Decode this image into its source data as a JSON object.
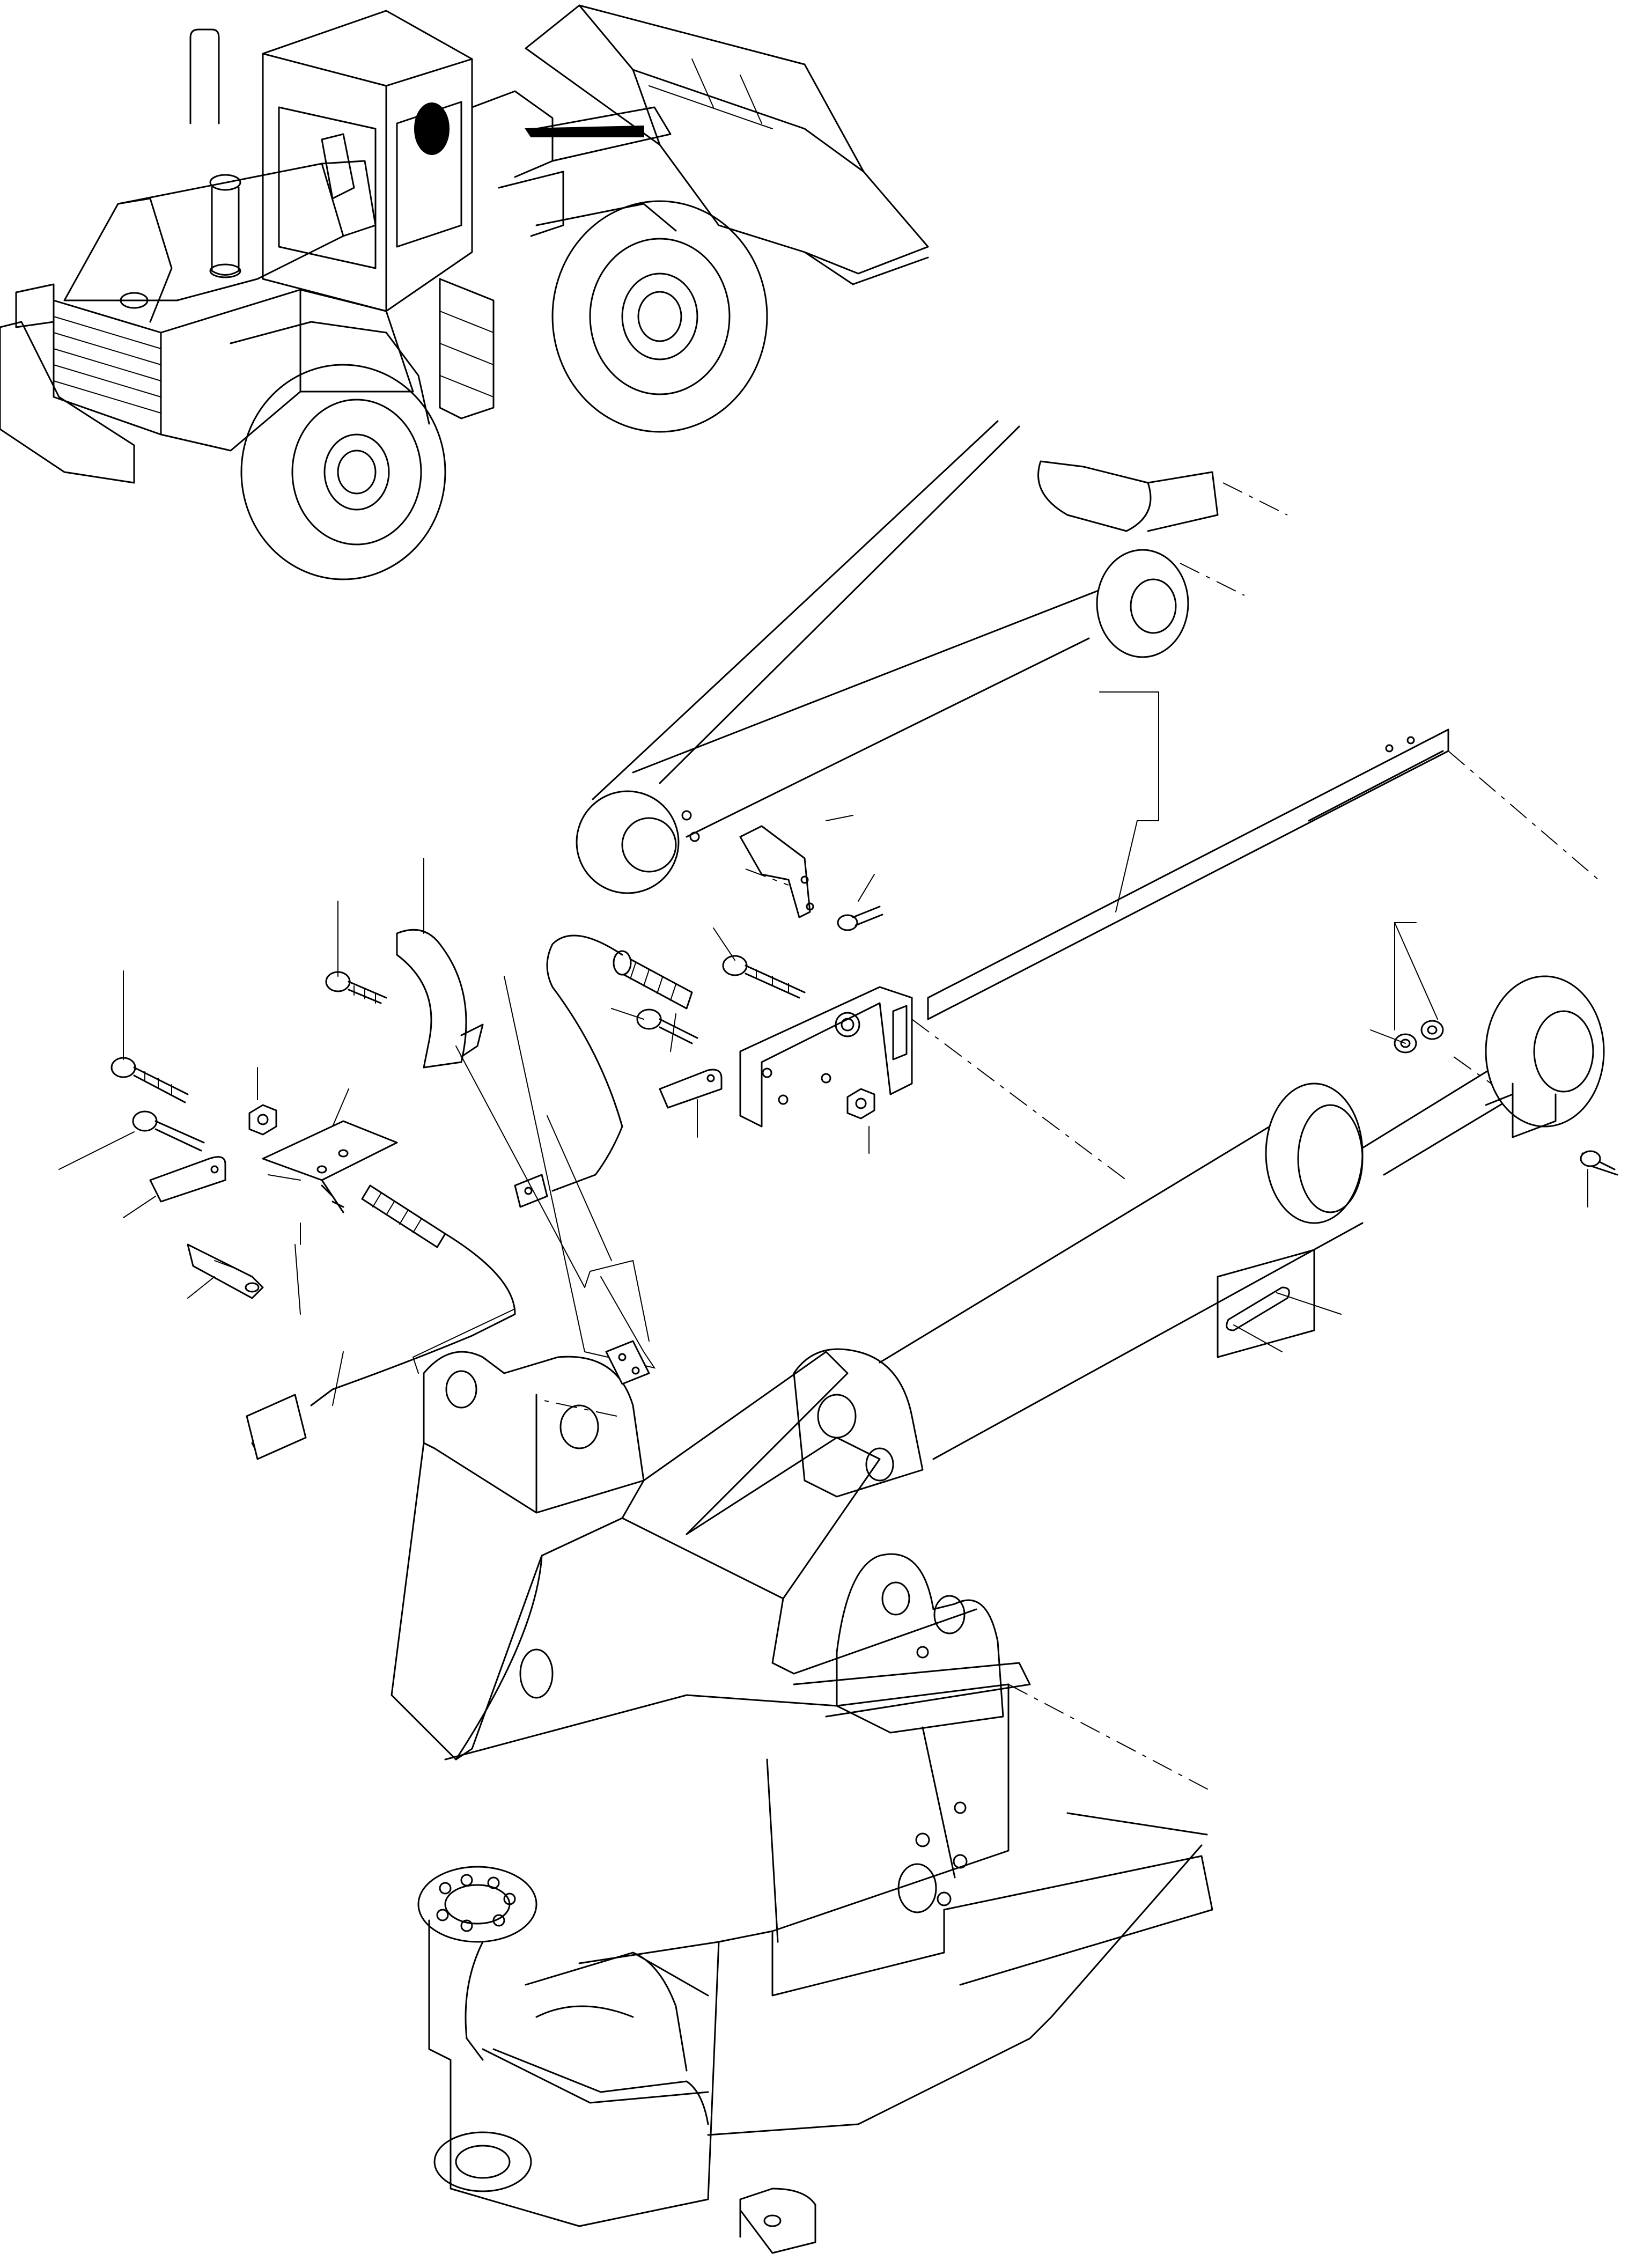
{
  "diagram": {
    "labels": [],
    "colors": {
      "line": "#000000",
      "background": "#ffffff",
      "highlight": "#000000"
    },
    "parts": [
      "loader-overview",
      "location-marker",
      "lift-arm",
      "lift-cylinder",
      "front-frame",
      "proximity-sensor",
      "sensor-bracket",
      "actuator-plate",
      "bolt",
      "nut",
      "washer",
      "clamp",
      "connector",
      "guard-plate",
      "long-bar"
    ]
  }
}
